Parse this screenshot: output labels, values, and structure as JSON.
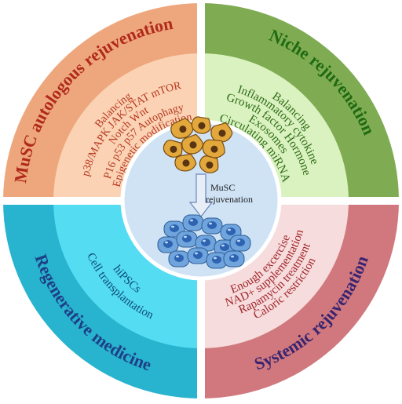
{
  "center": {
    "caption_lines": [
      "MuSC",
      "rejuvenation"
    ]
  },
  "quadrants": {
    "autologous": {
      "title": "MuSC autologous rejuvenation",
      "lines": [
        "Balancing",
        "p38/MAPK JAK/STAT  mTOR",
        "Notch Wnt",
        "P16 p53 p57 Autophagy",
        "Epigenetic modification"
      ],
      "colors": {
        "fill": "#fbd3b4",
        "band": "#eea77d",
        "text": "#b5361f",
        "title": "#b02a1b"
      }
    },
    "niche": {
      "title": "Niche rejuvenation",
      "lines": [
        "Balancing",
        "Inflammatory cytokine",
        "Growth factor  Hormone",
        "Exosomes",
        "Circulating miRNA"
      ],
      "colors": {
        "fill": "#d9f2bf",
        "band": "#7fac53",
        "text": "#2f6a18",
        "title": "#1f6a12"
      }
    },
    "regenerative": {
      "title": "Regenerative medicine",
      "lines": [
        "Cell transplantation",
        "hiPSCs"
      ],
      "colors": {
        "fill": "#54dcf2",
        "band": "#28b3cf",
        "text": "#0d4e77",
        "title": "#1e3f86"
      }
    },
    "systemic": {
      "title": "Systemic rejuvenation",
      "lines": [
        "Caloric restriction",
        "Rapamycin treatment",
        "NAD+ supplementation",
        "Enough excercise"
      ],
      "colors": {
        "fill": "#f6dcdc",
        "band": "#d0787d",
        "text": "#a2262c",
        "title": "#3a2470"
      }
    }
  },
  "palette": {
    "divider": "#ffffff",
    "center_fill": "#cfe3f5",
    "orange_cell": "#e2a83c",
    "orange_cell_edge": "#7a4a10",
    "nucleus_dark": "#5a3412",
    "blue_cell": "#6fa4dd",
    "blue_cell_edge": "#2f5d96",
    "blue_nucleus": "#2d63b0",
    "arrow": "#e8eef8"
  }
}
